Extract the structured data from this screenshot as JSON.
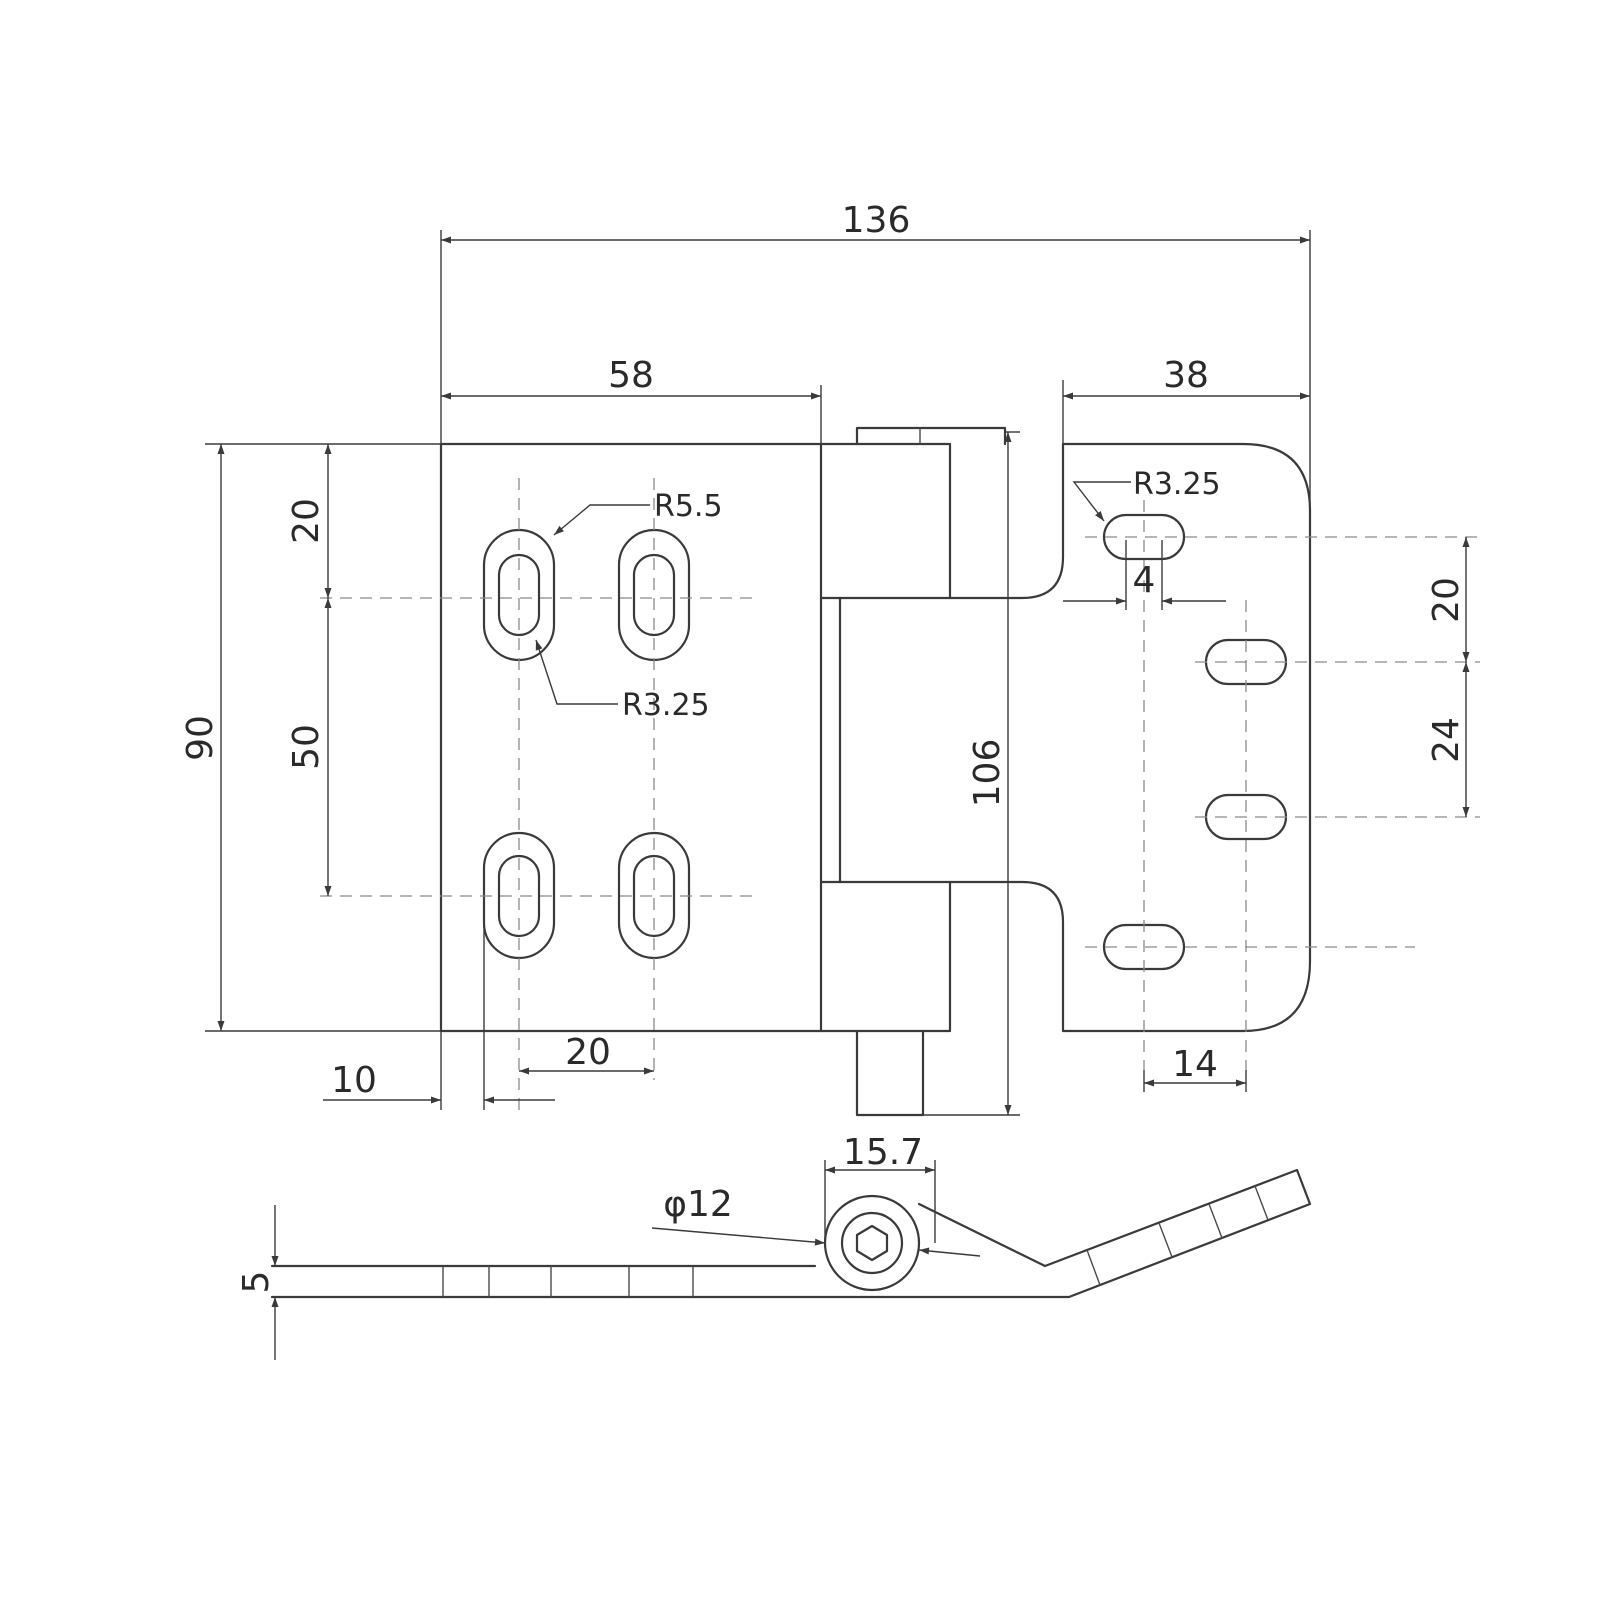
{
  "drawing": {
    "dimensions": {
      "overall_width": "136",
      "left_leaf_width": "58",
      "right_leaf_width": "38",
      "left_leaf_height": "90",
      "slot_top_offset": "20",
      "slot_vertical_spacing": "50",
      "pin_length": "106",
      "left_edge_offset": "10",
      "slot_horizontal_spacing": "20",
      "right_slot_offset": "4",
      "right_slot_top_spacing": "20",
      "right_slot_mid_spacing": "24",
      "right_bottom_offset": "14",
      "knuckle_width": "15.7",
      "pin_diameter": "φ12",
      "leaf_thickness": "5"
    },
    "callouts": {
      "outer_slot_radius": "R5.5",
      "inner_slot_radius": "R3.25",
      "right_slot_radius": "R3.25"
    }
  }
}
